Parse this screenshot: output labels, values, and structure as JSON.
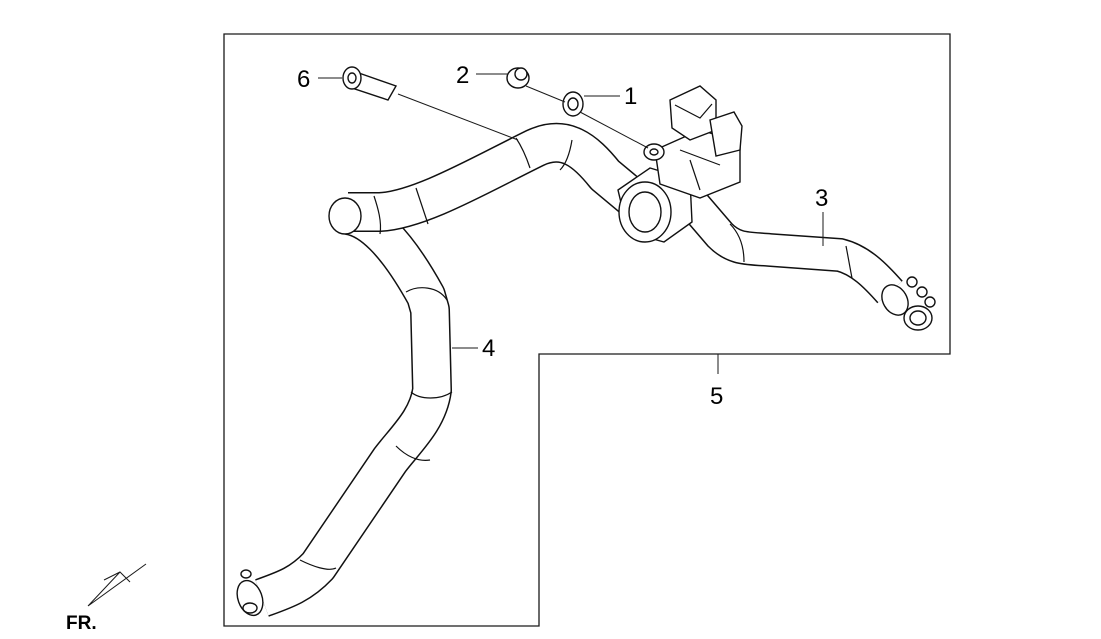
{
  "callouts": {
    "p1": "1",
    "p2": "2",
    "p3": "3",
    "p4": "4",
    "p5": "5",
    "p6": "6"
  },
  "orientation": {
    "label": "FR."
  },
  "colors": {
    "line": "#111111",
    "background": "#ffffff"
  }
}
